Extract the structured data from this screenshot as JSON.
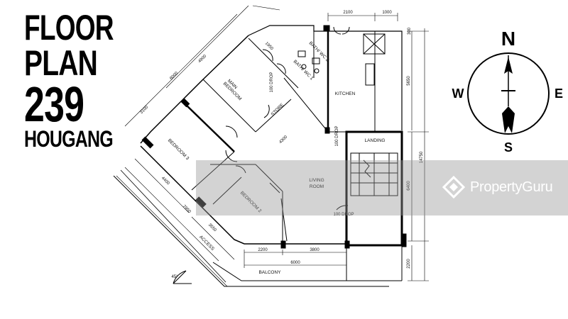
{
  "title": {
    "line1": "FLOOR",
    "line2": "PLAN",
    "line3": "239",
    "line4": "HOUGANG"
  },
  "compass": {
    "north": "N",
    "south": "S",
    "east": "E",
    "west": "W"
  },
  "rooms": {
    "main_bedroom_1": "MAIN",
    "main_bedroom_2": "BEDROOM",
    "bedroom3": "BEDROOM 3",
    "bedroom2": "BEDROOM 2",
    "store": "STORE",
    "kitchen": "KITCHEN",
    "living_1": "LIVING",
    "living_2": "ROOM",
    "landing": "LANDING",
    "balcony": "BALCONY",
    "access": "ACCESS",
    "bath_wc_2": "BATH/ WC 2",
    "bath_wc_1": "BATH/ WC 1"
  },
  "dimensions": {
    "d2100": "2100",
    "d1000": "1000",
    "d1950": "1950",
    "d4900": "4900",
    "d8000": "8000",
    "d3100": "3100",
    "d4300": "4300",
    "d4400": "4400",
    "d7950": "7950",
    "d3550": "3550",
    "d2200a": "2200",
    "d3800": "3800",
    "d6000": "6000",
    "d5650": "5650",
    "d14750": "14750",
    "d6400": "6400",
    "d2200b": "2200",
    "d300": "300",
    "d100drop": "100 DROP",
    "angle": "45°"
  },
  "watermark": {
    "brand": "PropertyGuru"
  }
}
